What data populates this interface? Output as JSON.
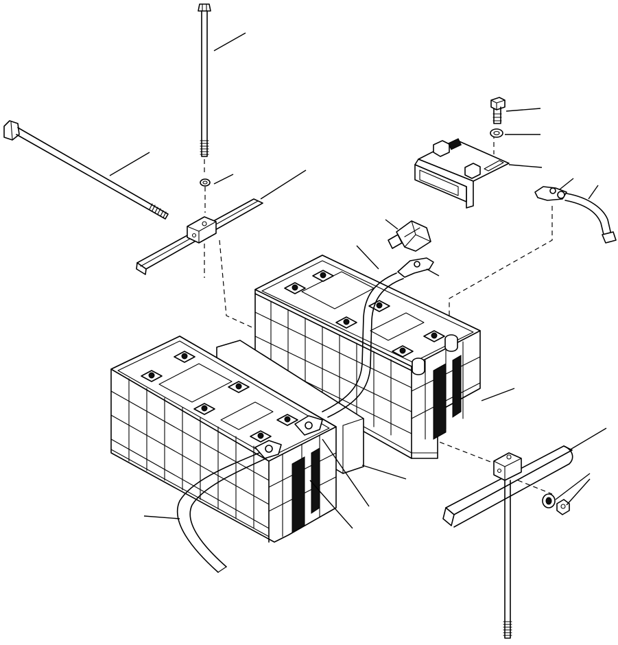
{
  "diagram": {
    "parts": [
      {
        "key": "vertical-rod-upper",
        "icon": "threaded-rod-icon"
      },
      {
        "key": "horizontal-rod",
        "icon": "threaded-rod-icon"
      },
      {
        "key": "washer-upper",
        "icon": "washer-icon"
      },
      {
        "key": "hold-down-bar",
        "icon": "channel-bar-icon"
      },
      {
        "key": "bolt",
        "icon": "bolt-icon"
      },
      {
        "key": "lock-washer",
        "icon": "washer-icon"
      },
      {
        "key": "terminal-bracket",
        "icon": "bracket-icon"
      },
      {
        "key": "terminal-clamp-right",
        "icon": "clamp-icon"
      },
      {
        "key": "ground-cable",
        "icon": "cable-icon"
      },
      {
        "key": "terminal-cover",
        "icon": "cap-icon"
      },
      {
        "key": "jumper-cable",
        "icon": "cable-icon"
      },
      {
        "key": "battery-rear",
        "icon": "battery-icon"
      },
      {
        "key": "battery-front",
        "icon": "battery-icon"
      },
      {
        "key": "spacer-block",
        "icon": "block-icon"
      },
      {
        "key": "front-cable",
        "icon": "cable-icon"
      },
      {
        "key": "hold-down-bar-lower",
        "icon": "channel-bar-icon"
      },
      {
        "key": "nut",
        "icon": "nut-icon"
      },
      {
        "key": "vertical-rod-lower",
        "icon": "threaded-rod-icon"
      }
    ]
  }
}
